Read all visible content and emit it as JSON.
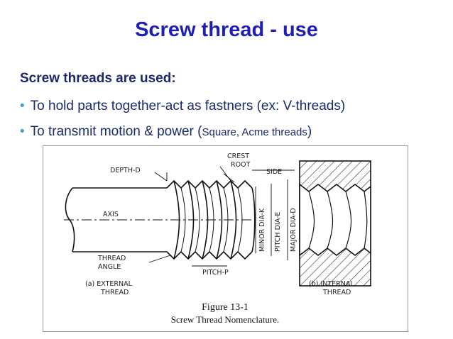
{
  "slide": {
    "title": "Screw thread - use",
    "subheading": "Screw threads are used:",
    "bullets": [
      {
        "text": "To hold parts together-act as fastners (ex: V-threads)"
      },
      {
        "text": "To transmit motion &   power (",
        "small": "Square, Acme threads",
        "end": ")"
      }
    ]
  },
  "figure": {
    "labels": {
      "crest": "CREST",
      "root": "ROOT",
      "side": "SIDE",
      "depth": "DEPTH-D",
      "axis": "AXIS",
      "thread_angle_1": "THREAD",
      "thread_angle_2": "ANGLE",
      "pitch": "PITCH-P",
      "minor_dia": "MINOR DIA-K",
      "pitch_dia": "PITCH DIA-E",
      "major_dia": "MAJOR DIA-D",
      "external_1": "(a) EXTERNAL",
      "external_2": "THREAD",
      "internal_1": "(b) INTERNAL",
      "internal_2": "THREAD"
    },
    "caption_1": "Figure 13-1",
    "caption_2": "Screw Thread Nomenclature."
  }
}
